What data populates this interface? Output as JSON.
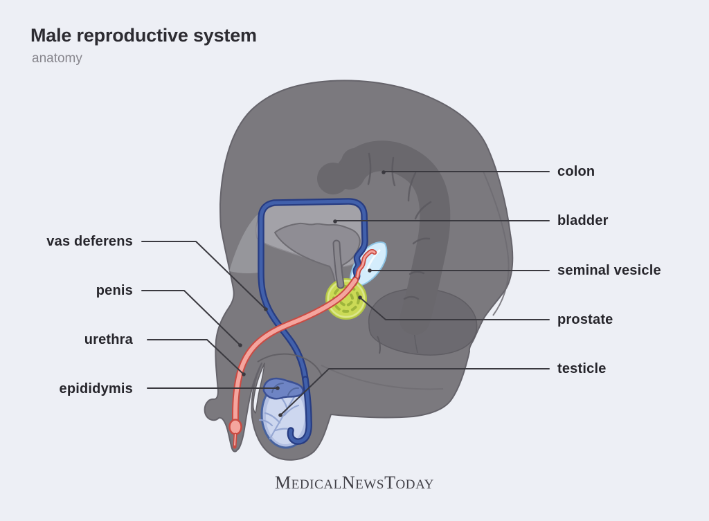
{
  "header": {
    "title": "Male reproductive system",
    "subtitle": "anatomy"
  },
  "diagram": {
    "left_labels": [
      {
        "id": "vas-deferens",
        "text": "vas deferens"
      },
      {
        "id": "penis",
        "text": "penis"
      },
      {
        "id": "urethra",
        "text": "urethra"
      },
      {
        "id": "epididymis",
        "text": "epididymis"
      }
    ],
    "right_labels": [
      {
        "id": "colon",
        "text": "colon"
      },
      {
        "id": "bladder",
        "text": "bladder"
      },
      {
        "id": "seminal-vesicle",
        "text": "seminal vesicle"
      },
      {
        "id": "prostate",
        "text": "prostate"
      },
      {
        "id": "testicle",
        "text": "testicle"
      }
    ]
  },
  "colors": {
    "background": "#edeff5",
    "body_gray": "#7b797e",
    "colon_gray": "#6a686d",
    "bladder_gray": "#a3a2a8",
    "vas_deferens_navy": "#273c82",
    "urethra_red": "#c94a42",
    "urethra_fill": "#f4a59e",
    "prostate_green": "#cbda56",
    "seminal_vesicle_blue": "#d4edfc",
    "testicle_fill": "#ccd6ee",
    "epididymis_blue": "#6e84c4",
    "leader_line": "#3a393f",
    "label_text": "#26252b"
  },
  "footer": {
    "logo_parts": [
      {
        "cap": "M",
        "rest": "edical"
      },
      {
        "cap": "N",
        "rest": "ews"
      },
      {
        "cap": "T",
        "rest": "oday"
      }
    ]
  }
}
